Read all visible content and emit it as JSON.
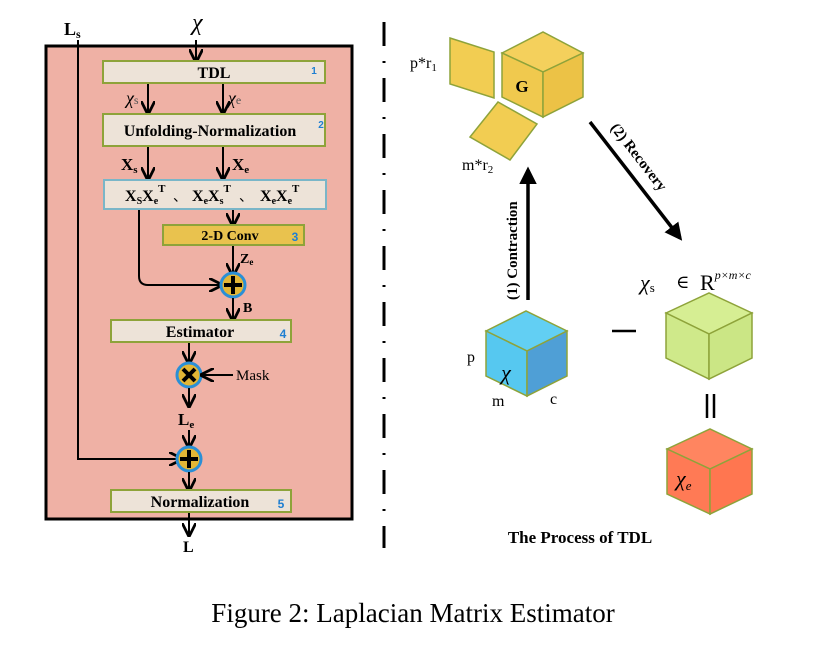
{
  "caption": "Figure 2: Laplacian Matrix Estimator",
  "left_panel": {
    "input_label": "χ",
    "skip_input_label": "L",
    "skip_input_sub": "s",
    "blocks": [
      {
        "label": "TDL",
        "number": "1"
      },
      {
        "label": "Unfolding-Normalization",
        "number": "2"
      },
      {
        "label": "2-D Conv",
        "number": "3"
      },
      {
        "label": "Estimator",
        "number": "4"
      },
      {
        "label": "Normalization",
        "number": "5"
      }
    ],
    "product_block": {
      "terms": [
        {
          "a": "X",
          "a_sub": "S",
          "b": "X",
          "b_sub": "e",
          "sup": "T"
        },
        {
          "a": "X",
          "a_sub": "e",
          "b": "X",
          "b_sub": "s",
          "sup": "T"
        },
        {
          "a": "X",
          "a_sub": "e",
          "b": "X",
          "b_sub": "e",
          "sup": "T"
        }
      ],
      "separator": "、"
    },
    "tdl_outputs": [
      {
        "main": "χ",
        "sub": "s"
      },
      {
        "main": "χ",
        "sub": "e"
      }
    ],
    "unfold_outputs": [
      {
        "main": "X",
        "sub": "s"
      },
      {
        "main": "X",
        "sub": "e"
      }
    ],
    "conv_output": {
      "main": "Z",
      "sub": "e"
    },
    "sum_output": "B",
    "mask_label": "Mask",
    "estimate": {
      "main": "L",
      "sub": "e"
    },
    "output_label": "L",
    "operators": {
      "add": "+",
      "multiply": "×"
    }
  },
  "right_panel": {
    "title": "The Process of TDL",
    "core_label": "G",
    "factor1_label": "p*r",
    "factor1_sub": "1",
    "factor2_label": "m*r",
    "factor2_sub": "2",
    "contraction_label": "(1) Contraction",
    "recovery_label": "(2) Recovery",
    "input_cube": {
      "label": "χ",
      "dims": {
        "p": "p",
        "m": "m",
        "c": "c"
      }
    },
    "smooth_cube": {
      "label": "χ",
      "sub": "s",
      "in": "∈",
      "space": "R",
      "space_sup": "p×m×c"
    },
    "error_cube": {
      "label": "χ",
      "sub": "e"
    },
    "minus": "—",
    "equals": "||"
  },
  "colors": {
    "panel_fill": "#efb1a5",
    "block_fill": "#ede3d8",
    "block_border": "#8ea33a",
    "product_border": "#7ab6c8",
    "conv_fill": "#e9c24e",
    "op_fill": "#e2b636",
    "op_ring": "#2a8fd6",
    "core_fill": "#f0c94e",
    "input_cube_front": "#56c8f0",
    "input_cube_side": "#4f9fd6",
    "smooth_cube": "#cfe98a",
    "error_cube": "#ff7a55",
    "number_blue": "#1f7fd1"
  }
}
